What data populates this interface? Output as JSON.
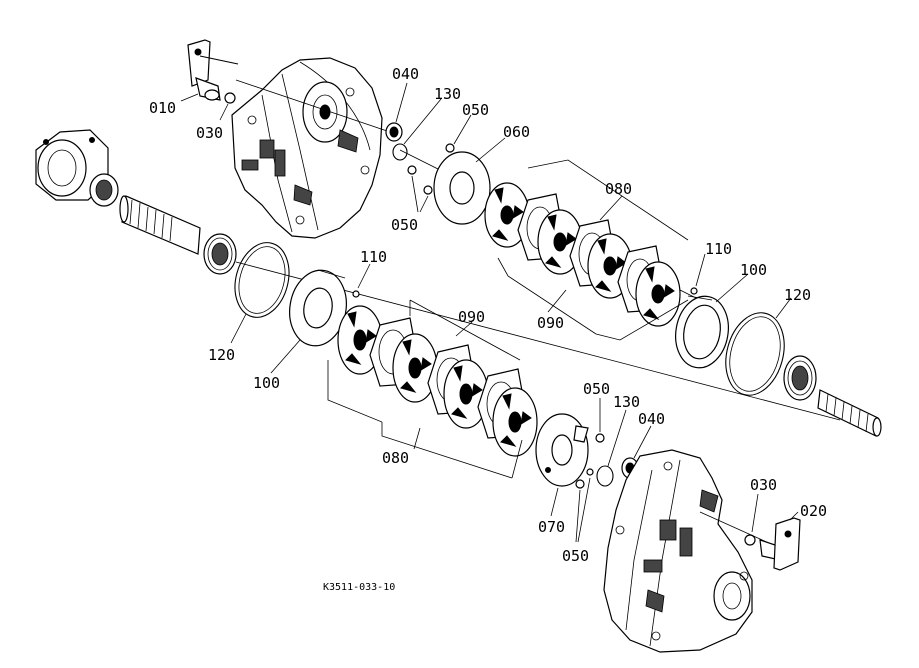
{
  "drawing_code": "K3511-033-10",
  "callouts": {
    "c010": "010",
    "c020": "020",
    "c030_top": "030",
    "c030_bottom": "030",
    "c040_top": "040",
    "c040_bottom": "040",
    "c050_top": "050",
    "c050_mid": "050",
    "c050_low": "050",
    "c050_bottom": "050",
    "c060": "060",
    "c070": "070",
    "c080_top": "080",
    "c080_bottom": "080",
    "c090_top": "090",
    "c090_bottom": "090",
    "c100_left": "100",
    "c100_right": "100",
    "c110_left": "110",
    "c110_right": "110",
    "c120_left": "120",
    "c120_right": "120",
    "c130_top": "130",
    "c130_bottom": "130"
  }
}
